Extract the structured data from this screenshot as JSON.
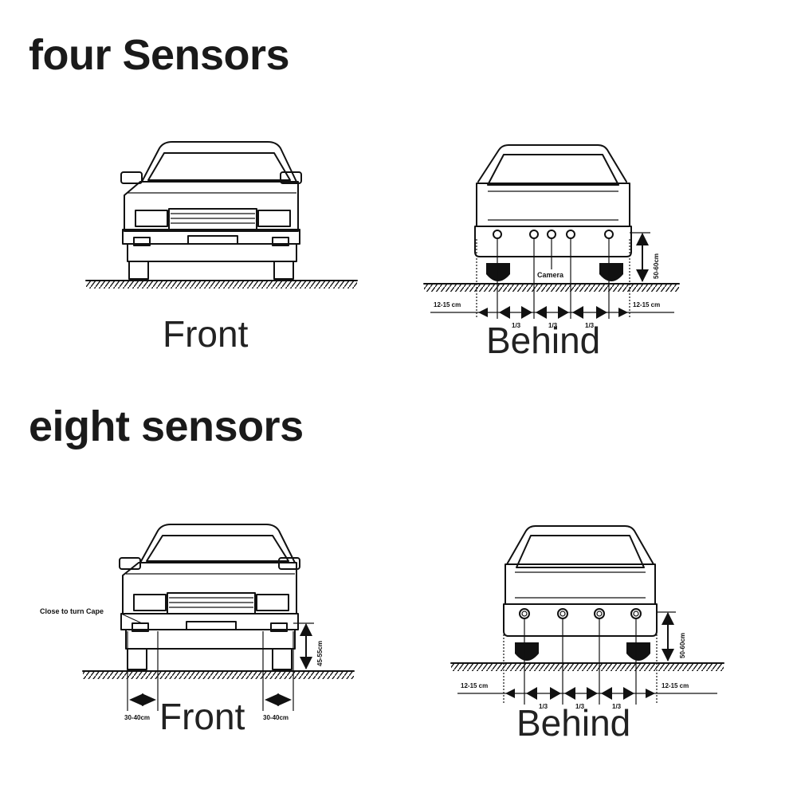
{
  "sections": [
    {
      "heading": "four Sensors",
      "front": {
        "caption": "Front"
      },
      "rear": {
        "caption": "Behind",
        "camera_label": "Camera",
        "height_label": "50-60cm",
        "left_edge_label": "12-15 cm",
        "right_edge_label": "12-15 cm",
        "spacing_labels": [
          "1/3",
          "1/3",
          "1/3"
        ]
      }
    },
    {
      "heading": "eight sensors",
      "front": {
        "caption": "Front",
        "corner_label": "Close to turn Cape",
        "height_label": "45-55cm",
        "left_width_label": "30-40cm",
        "right_width_label": "30-40cm"
      },
      "rear": {
        "caption": "Behind",
        "height_label": "50-60cm",
        "left_edge_label": "12-15 cm",
        "right_edge_label": "12-15 cm",
        "spacing_labels": [
          "1/3",
          "1/3",
          "1/3"
        ]
      }
    }
  ]
}
